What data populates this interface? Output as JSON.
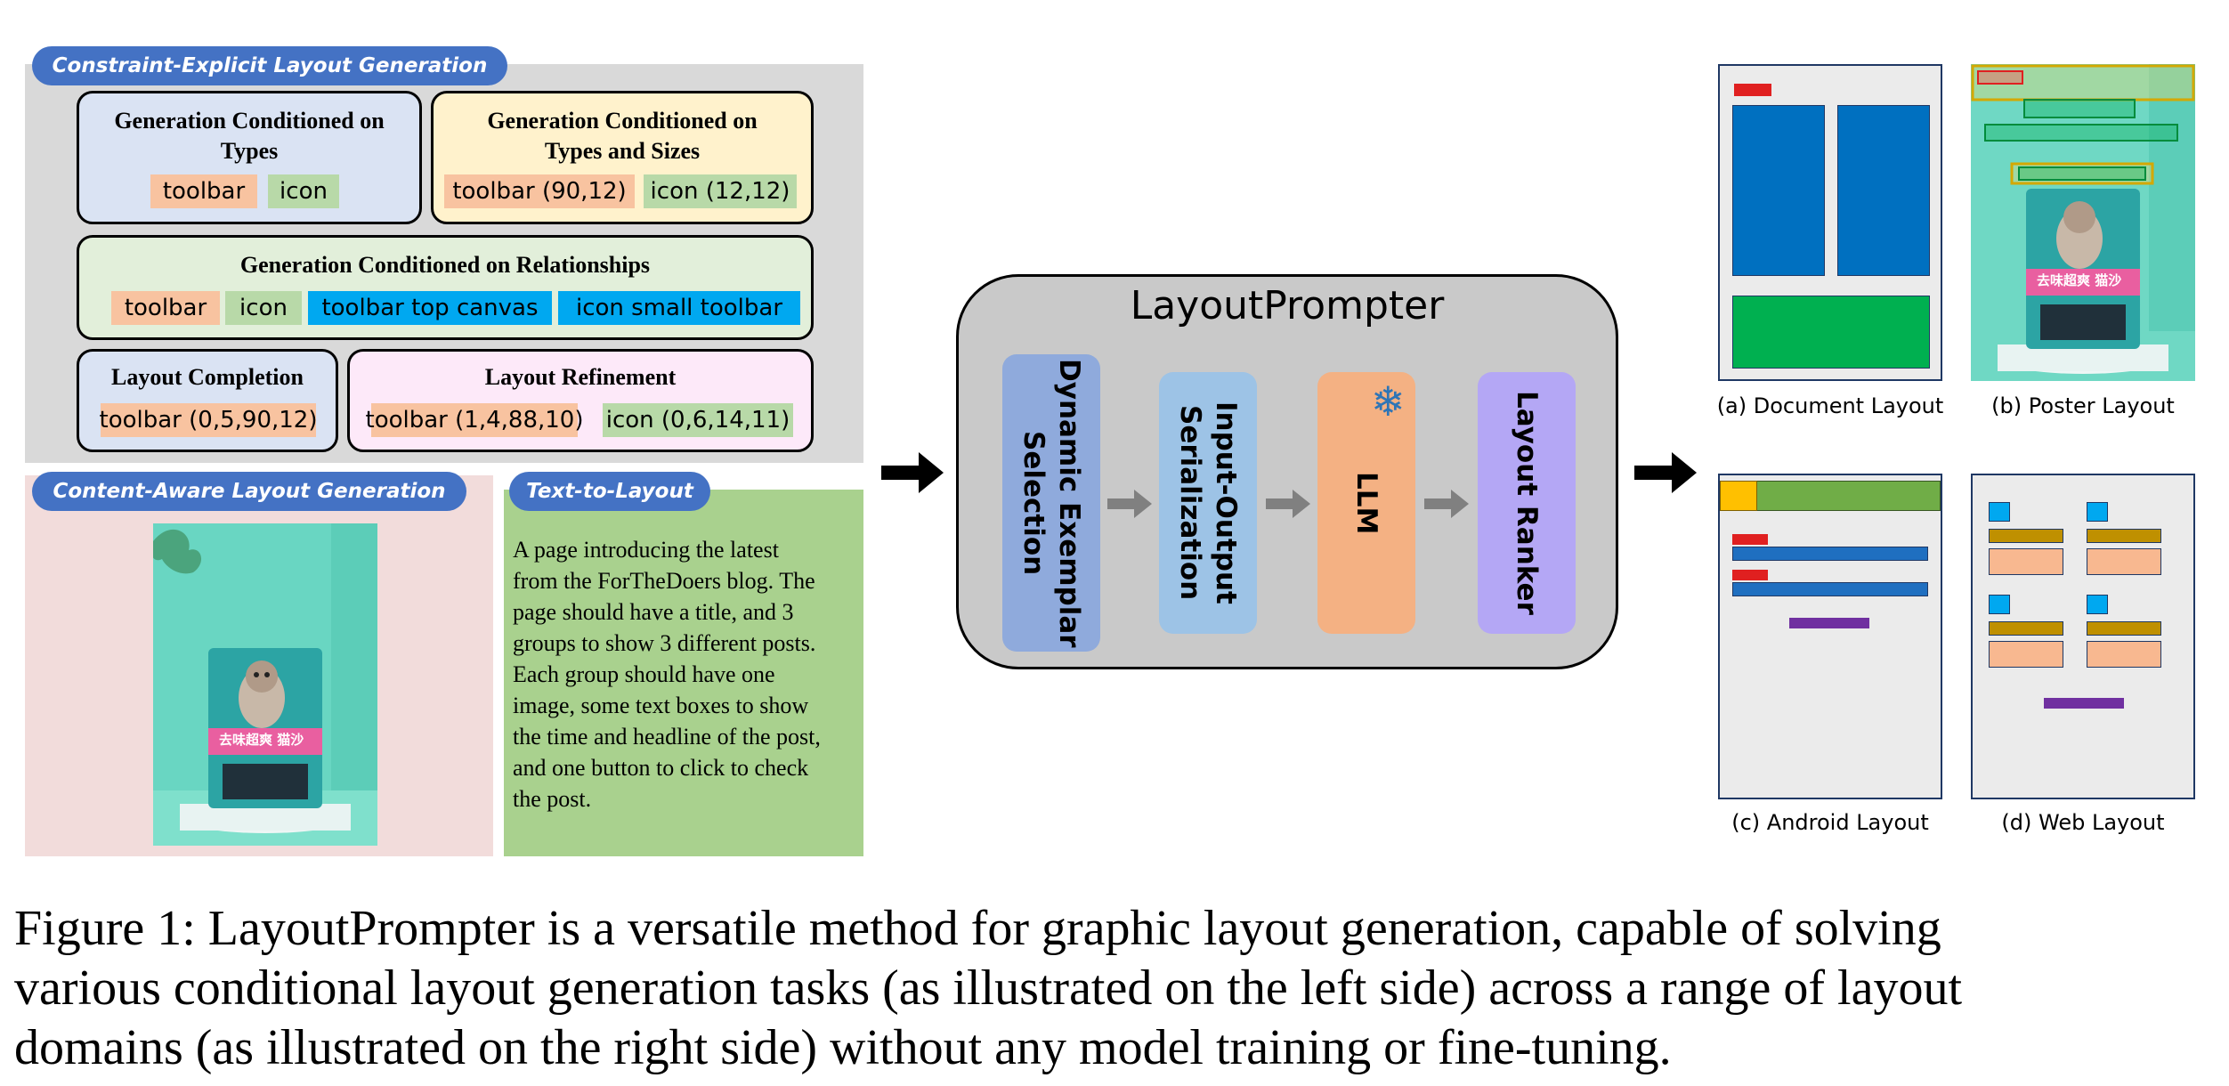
{
  "constraint_explicit": {
    "pill_label": "Constraint-Explicit Layout Generation",
    "types": {
      "title": "Generation Conditioned on Types",
      "chips": [
        "toolbar",
        "icon"
      ]
    },
    "types_sizes": {
      "title": "Generation Conditioned on Types and Sizes",
      "chips": [
        "toolbar (90,12)",
        "icon (12,12)"
      ]
    },
    "relationships": {
      "title": "Generation Conditioned on Relationships",
      "chips": [
        "toolbar",
        "icon",
        "toolbar top canvas",
        "icon small toolbar"
      ]
    },
    "completion": {
      "title": "Layout Completion",
      "chips": [
        "toolbar (0,5,90,12)"
      ]
    },
    "refinement": {
      "title": "Layout Refinement",
      "chips": [
        "toolbar (1,4,88,10)",
        "icon (0,6,14,11)"
      ]
    }
  },
  "content_aware": {
    "pill_label": "Content-Aware Layout Generation",
    "product_text": "去味超爽 猫沙"
  },
  "text_to_layout": {
    "pill_label": "Text-to-Layout",
    "lines": [
      "A page introducing the latest",
      "from the ForTheDoers blog. The",
      "page should have a title, and 3",
      "groups to show 3 different posts.",
      "Each group should have one",
      "image, some text boxes to show",
      "the time and headline of the post,",
      "and one button to click to check",
      "the post."
    ]
  },
  "layoutprompter": {
    "title": "LayoutPrompter",
    "modules": [
      "Dynamic Exemplar\nSelection",
      "Input-Output\nSerialization",
      "LLM",
      "Layout Ranker"
    ],
    "frozen_icon": "snowflake-icon",
    "colors": {
      "exemplar": "#8faadc",
      "serialization": "#9dc3e6",
      "llm": "#f4b183",
      "ranker": "#b4a7f5"
    }
  },
  "domains": {
    "document": {
      "caption": "(a) Document Layout"
    },
    "poster": {
      "caption": "(b) Poster Layout",
      "product_text": "去味超爽 猫沙"
    },
    "android": {
      "caption": "(c) Android Layout"
    },
    "web": {
      "caption": "(d) Web Layout"
    }
  },
  "figure_caption": {
    "lines": [
      "Figure 1: LayoutPrompter is a versatile method for graphic layout generation, capable of solving",
      "various conditional layout generation tasks (as illustrated on the left side) across a range of layout",
      "domains (as illustrated on the right side) without any model training or fine-tuning."
    ]
  }
}
